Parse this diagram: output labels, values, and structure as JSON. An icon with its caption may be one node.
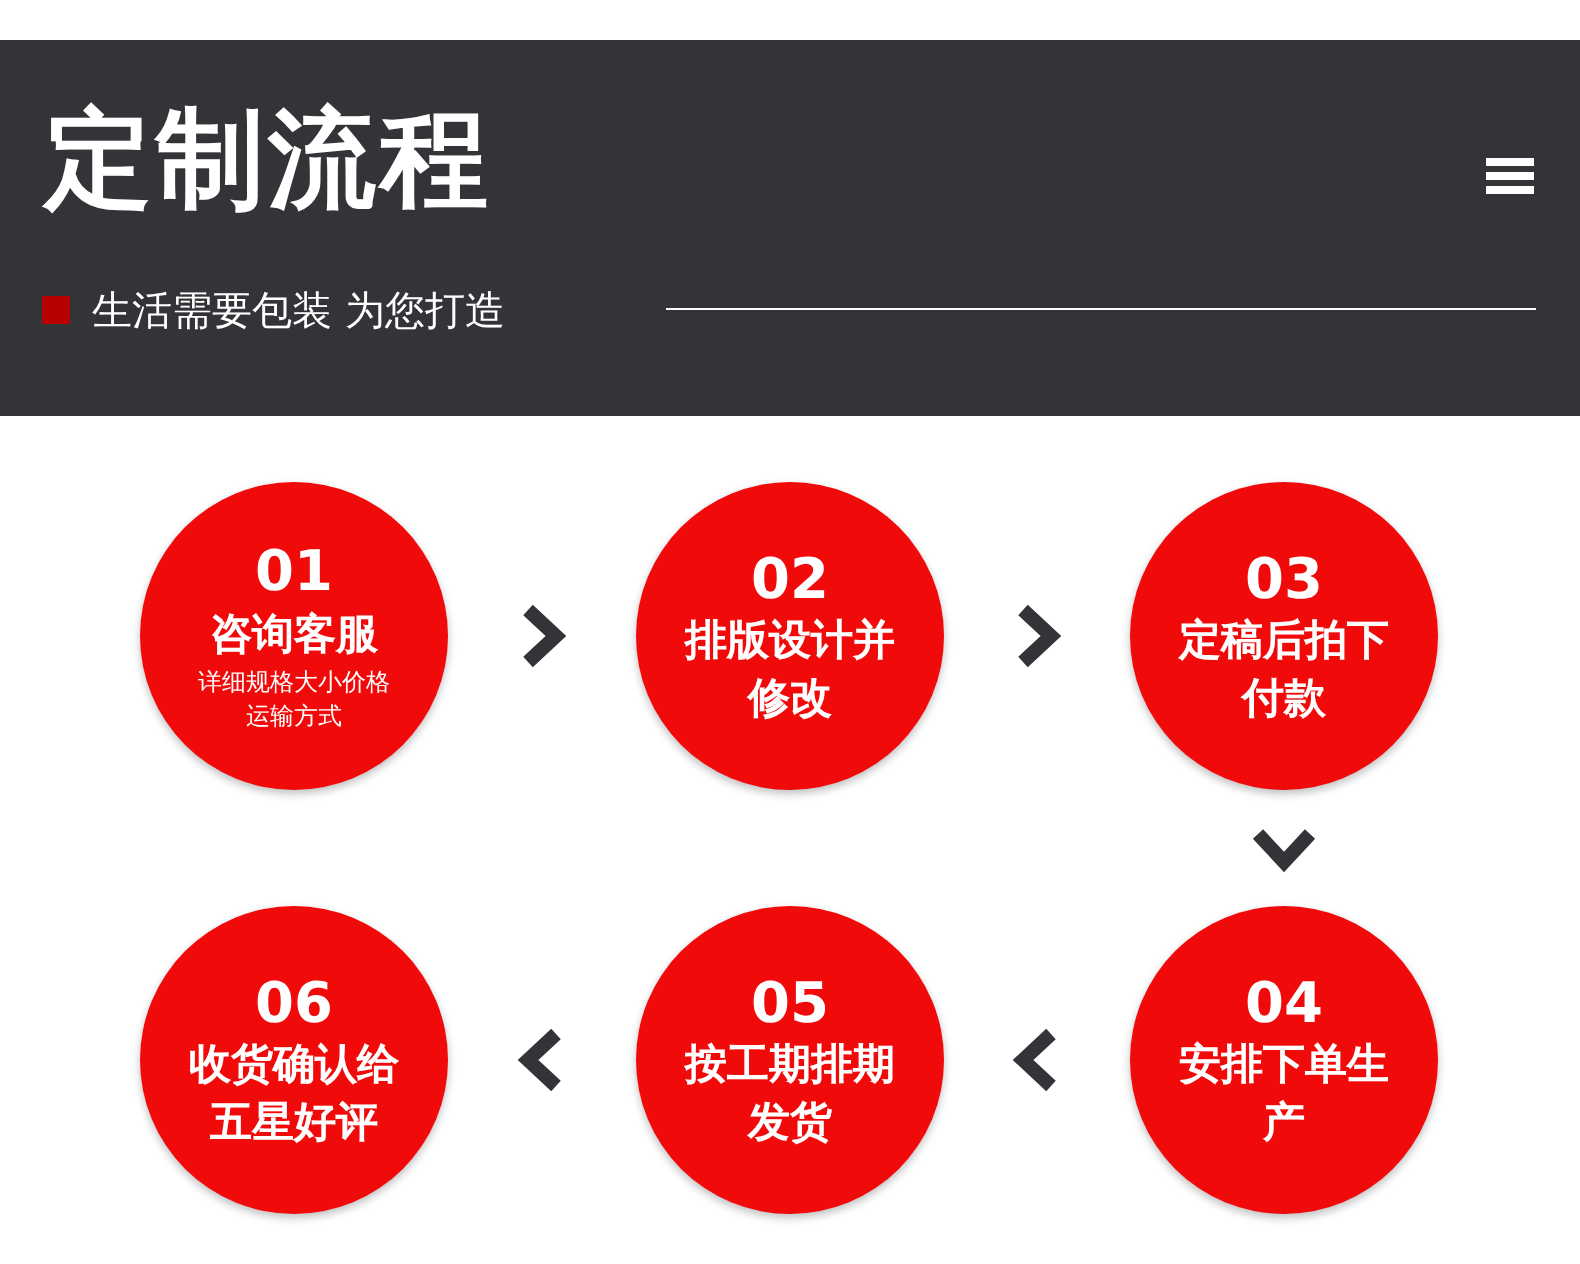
{
  "diagram": {
    "title": "定制流程",
    "nodes": [
      {
        "text": [
          "01",
          "咨询客服",
          "详细规格大小价格运输方式"
        ]
      },
      {
        "text": [
          "02",
          "排版设计并修改"
        ]
      },
      {
        "text": [
          "03",
          "定稿后拍下付款"
        ]
      },
      {
        "text": [
          "04",
          "安排下单生产"
        ]
      },
      {
        "text": [
          "05",
          "按工期排期发货"
        ]
      },
      {
        "text": [
          "06",
          "收货确认给五星好评"
        ]
      }
    ],
    "edges": [
      {
        "from": 0,
        "to": 1,
        "arrow": "to"
      },
      {
        "from": 1,
        "to": 2,
        "arrow": "to"
      },
      {
        "from": 2,
        "to": 3,
        "arrow": "to"
      },
      {
        "from": 3,
        "to": 4,
        "arrow": "to"
      },
      {
        "from": 4,
        "to": 5,
        "arrow": "to"
      }
    ],
    "labels": [
      "生活需要包装 为您打造"
    ]
  }
}
